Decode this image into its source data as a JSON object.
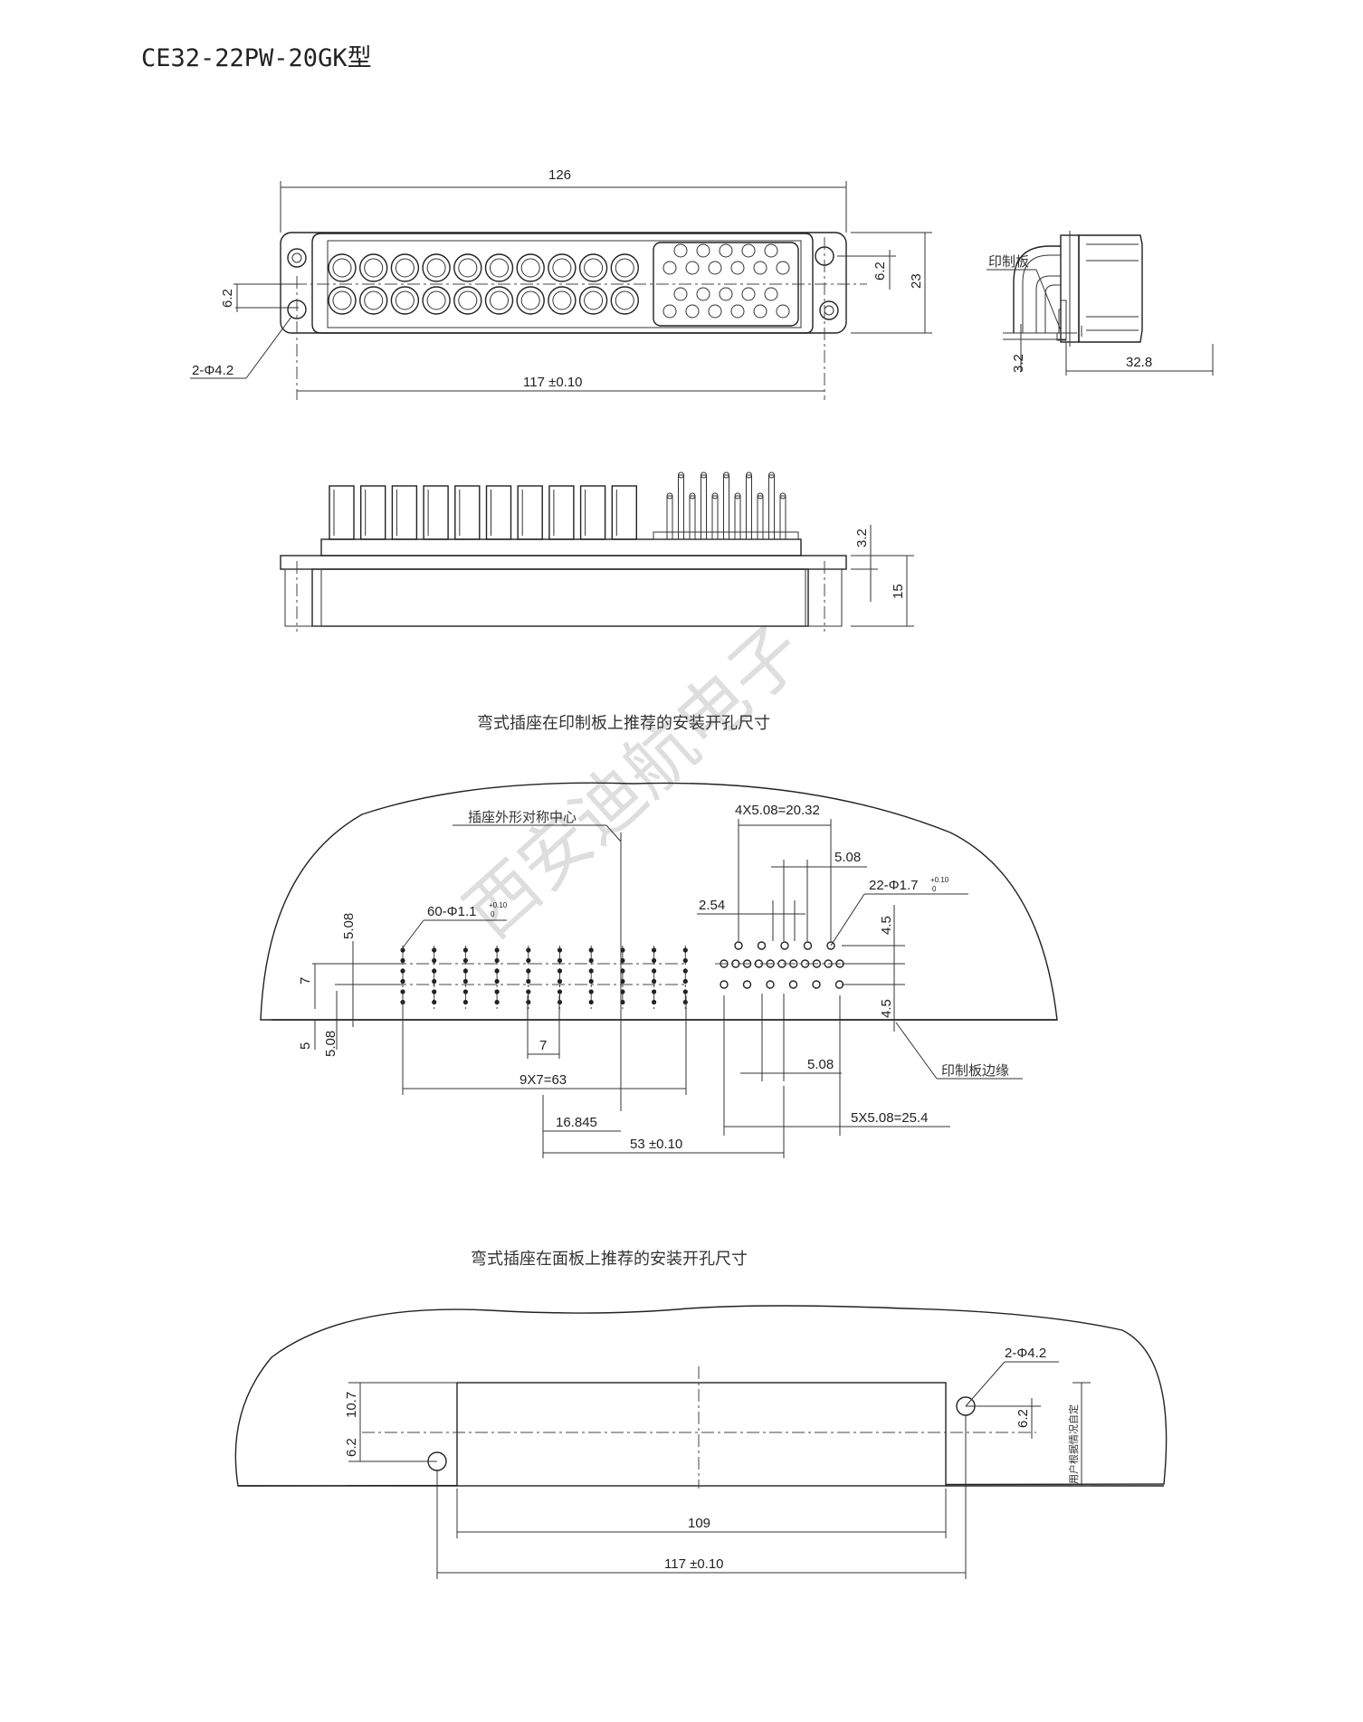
{
  "title": "CE32-22PW-20GK型",
  "watermark": "西安迪航电子",
  "front_view": {
    "overall_width": "126",
    "height": "23",
    "row_offset_left": "6.2",
    "row_offset_right": "6.2",
    "mount_holes": "2-Φ4.2",
    "hole_spacing": "117 ±0.10"
  },
  "side_view": {
    "pcb_label": "印制板",
    "offset": "3.2",
    "depth": "32.8"
  },
  "bottom_view": {
    "pin_offset": "3.2",
    "height": "15"
  },
  "pcb_section": {
    "heading": "弯式插座在印制板上推荐的安装开孔尺寸",
    "center_label": "插座外形对称中心",
    "dim_top_pitch": "4X5.08=20.32",
    "dim_5_08_a": "5.08",
    "dim_22_holes": "22-Φ1.7",
    "dim_22_tol_upper": "+0.10",
    "dim_22_tol_lower": "0",
    "dim_2_54": "2.54",
    "dim_60_holes": "60-Φ1.1",
    "dim_60_tol_upper": "+0.10",
    "dim_60_tol_lower": "0",
    "dim_left_5_08": "5.08",
    "dim_4_5_top": "4.5",
    "dim_7": "7",
    "dim_4_5_bottom": "4.5",
    "dim_5": "5",
    "dim_left_5_08_b": "5.08",
    "dim_7_pitch": "7",
    "dim_5_08_b": "5.08",
    "edge_label": "印制板边缘",
    "dim_9x7": "9X7=63",
    "dim_16_845": "16.845",
    "dim_5x5_08": "5X5.08=25.4",
    "dim_53": "53 ±0.10"
  },
  "panel_section": {
    "heading": "弯式插座在面板上推荐的安装开孔尺寸",
    "holes": "2-Φ4.2",
    "dim_10_7": "10.7",
    "dim_6_2_left": "6.2",
    "dim_6_2_right": "6.2",
    "user_note": "用户根据情况自定",
    "dim_109": "109",
    "dim_117": "117 ±0.10"
  }
}
